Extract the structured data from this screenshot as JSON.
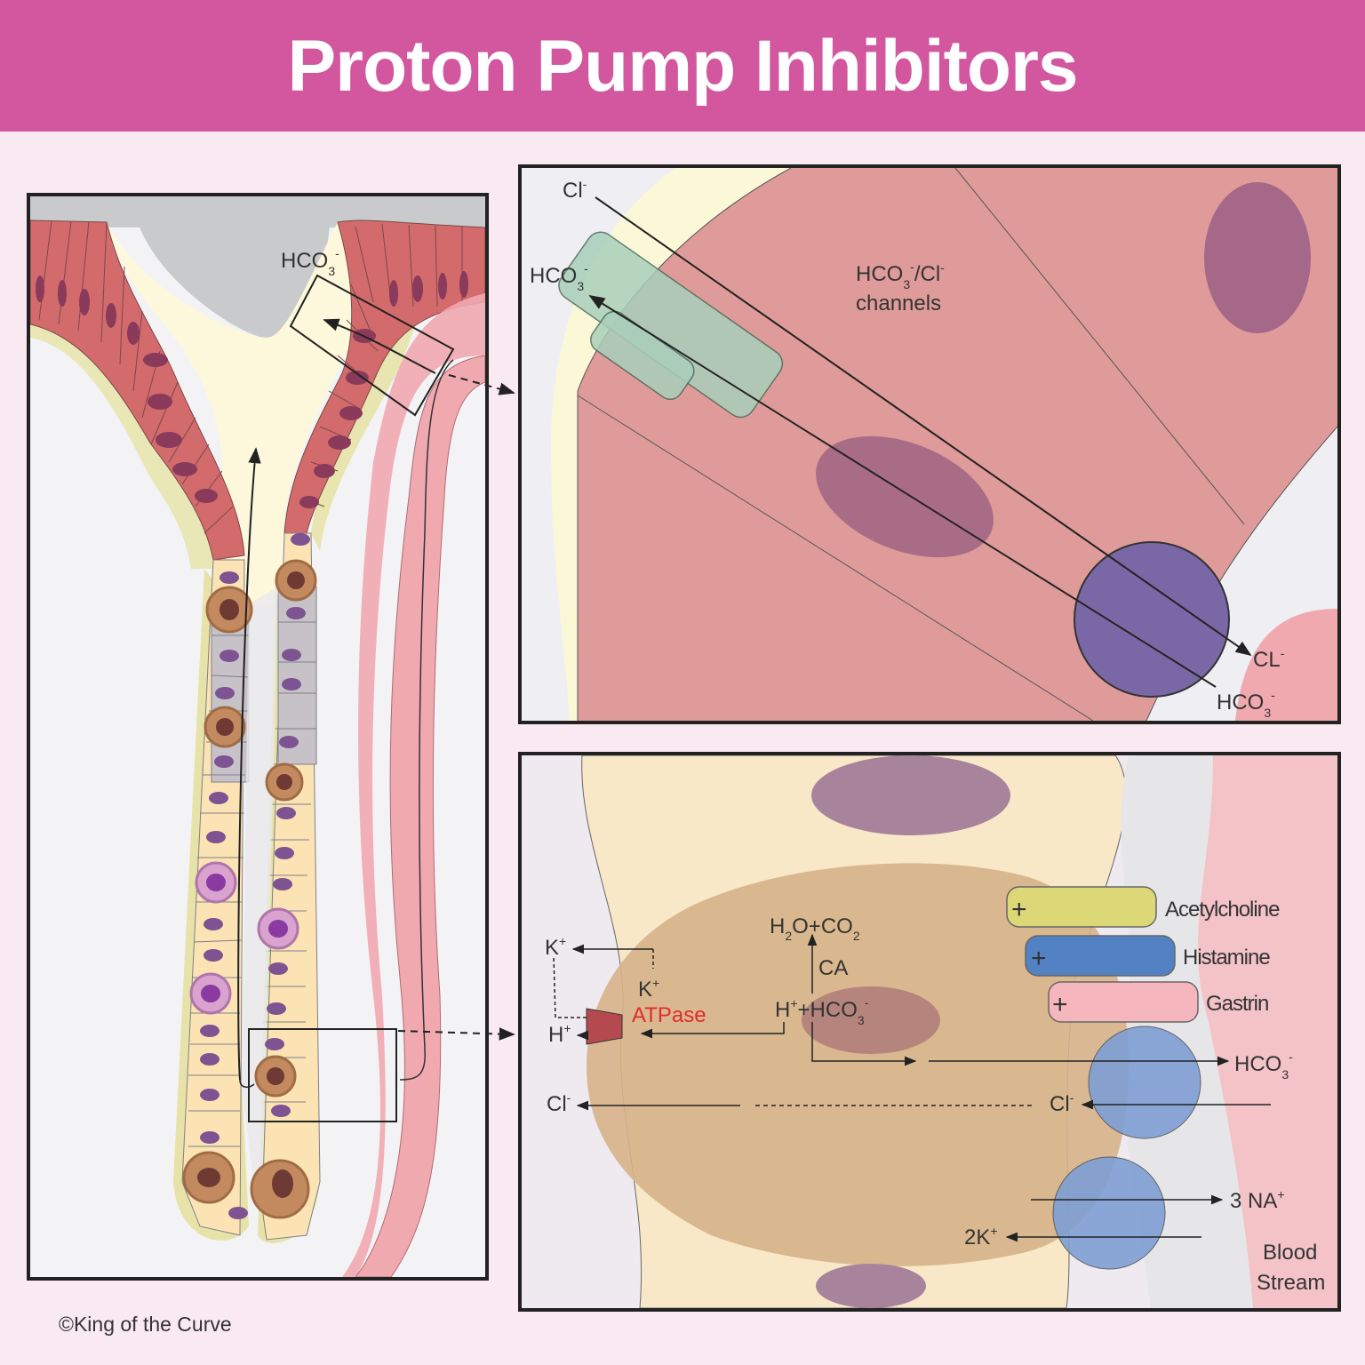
{
  "title": "Proton Pump Inhibitors",
  "credit": "©King of the Curve",
  "colors": {
    "header": "#d2579f",
    "background": "#f9e9f1",
    "mucosa": "#d36a6c",
    "nucleus": "#8a3a5a",
    "lumen": "#fdf8dc",
    "blood_vessel": "#f1a9b0",
    "parietal_cell": "#d6b388",
    "atpase_label": "#e02b2b",
    "acetylcholine": "#dcd878",
    "histamine": "#5282c4",
    "gastrin": "#f6b6bd"
  },
  "left_panel": {
    "hco3_label": {
      "base": "HCO",
      "sub": "3",
      "sup": "-"
    }
  },
  "top_panel": {
    "cl_in": {
      "base": "Cl",
      "sup": "-"
    },
    "hco3_in": {
      "base": "HCO",
      "sub": "3",
      "sup": "-"
    },
    "channels_label_line1": {
      "base": "HCO",
      "sub": "3",
      "sup": "-",
      "rest": "/Cl",
      "sup2": "-"
    },
    "channels_label_line2": "channels",
    "cl_out": {
      "base": "CL",
      "sup": "-"
    },
    "hco3_out": {
      "base": "HCO",
      "sub": "3",
      "sup": "-"
    }
  },
  "bottom_panel": {
    "k_out": {
      "base": "K",
      "sup": "+"
    },
    "k_in": {
      "base": "K",
      "sup": "+"
    },
    "atpase": "ATPase",
    "h_out": {
      "base": "H",
      "sup": "+"
    },
    "h2o_co2": "H2O+CO2",
    "ca": "CA",
    "h_hco3": "H+ +HCO3-",
    "hco3_blood": {
      "base": "HCO",
      "sub": "3",
      "sup": "-"
    },
    "cl_lumen": {
      "base": "Cl",
      "sup": "-"
    },
    "cl_cell": {
      "base": "Cl",
      "sup": "-"
    },
    "na": "3 NA+",
    "k2": "2K+",
    "receptors": [
      {
        "sign": "+",
        "label": "Acetylcholine"
      },
      {
        "sign": "+",
        "label": "Histamine"
      },
      {
        "sign": "+",
        "label": "Gastrin"
      }
    ],
    "blood_line1": "Blood",
    "blood_line2": "Stream"
  }
}
